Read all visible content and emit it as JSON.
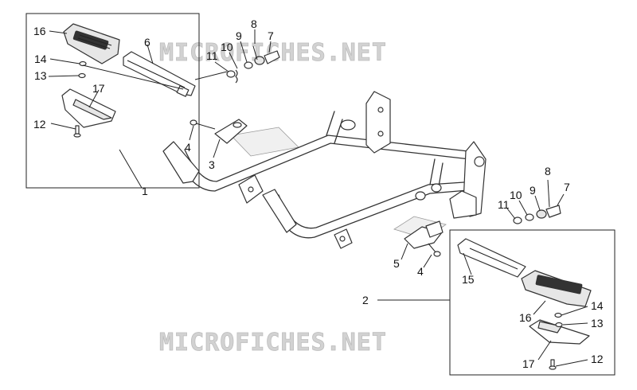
{
  "watermark": {
    "text": "MICROFICHES.NET"
  },
  "callouts": {
    "n1": "1",
    "n2": "2",
    "n3": "3",
    "n4a": "4",
    "n4b": "4",
    "n5": "5",
    "n6": "6",
    "n7a": "7",
    "n7b": "7",
    "n8a": "8",
    "n8b": "8",
    "n9a": "9",
    "n9b": "9",
    "n10a": "10",
    "n10b": "10",
    "n11a": "11",
    "n11b": "11",
    "n12a": "12",
    "n12b": "12",
    "n13a": "13",
    "n13b": "13",
    "n14a": "14",
    "n14b": "14",
    "n15": "15",
    "n16a": "16",
    "n16b": "16",
    "n17a": "17",
    "n17b": "17"
  },
  "colors": {
    "line": "#222222",
    "watermark": "#d2d2d2",
    "background": "#ffffff"
  }
}
